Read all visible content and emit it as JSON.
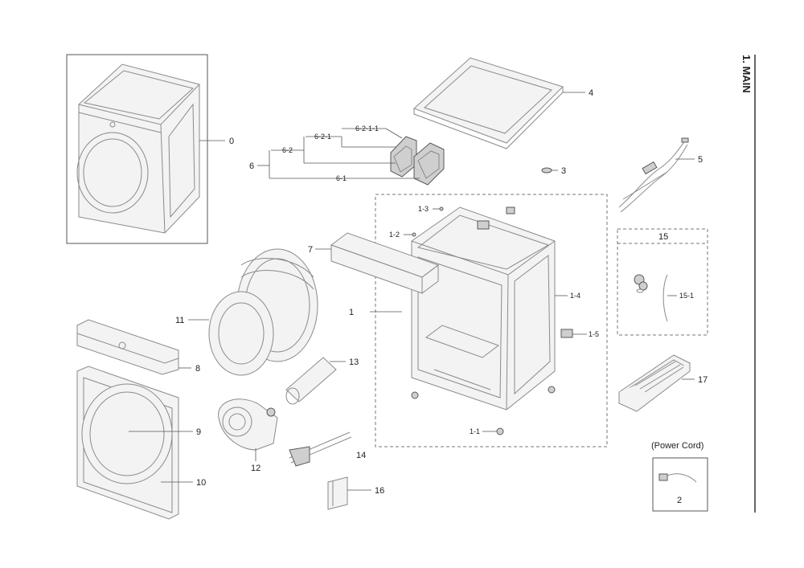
{
  "section_title": "1. MAIN",
  "labels": {
    "p0": "0",
    "p1": "1",
    "p1_1": "1-1",
    "p1_2": "1-2",
    "p1_3": "1-3",
    "p1_4": "1-4",
    "p1_5": "1-5",
    "p3": "3",
    "p4": "4",
    "p5": "5",
    "p6": "6",
    "p6_1": "6-1",
    "p6_2": "6-2",
    "p6_2_1": "6-2-1",
    "p6_2_1_1": "6-2-1-1",
    "p7": "7",
    "p8": "8",
    "p9": "9",
    "p10": "10",
    "p11": "11",
    "p12": "12",
    "p13": "13",
    "p14": "14",
    "p15": "15",
    "p15_1": "15-1",
    "p16": "16",
    "p17": "17",
    "p2": "2"
  },
  "power_cord_caption": "(Power Cord)"
}
